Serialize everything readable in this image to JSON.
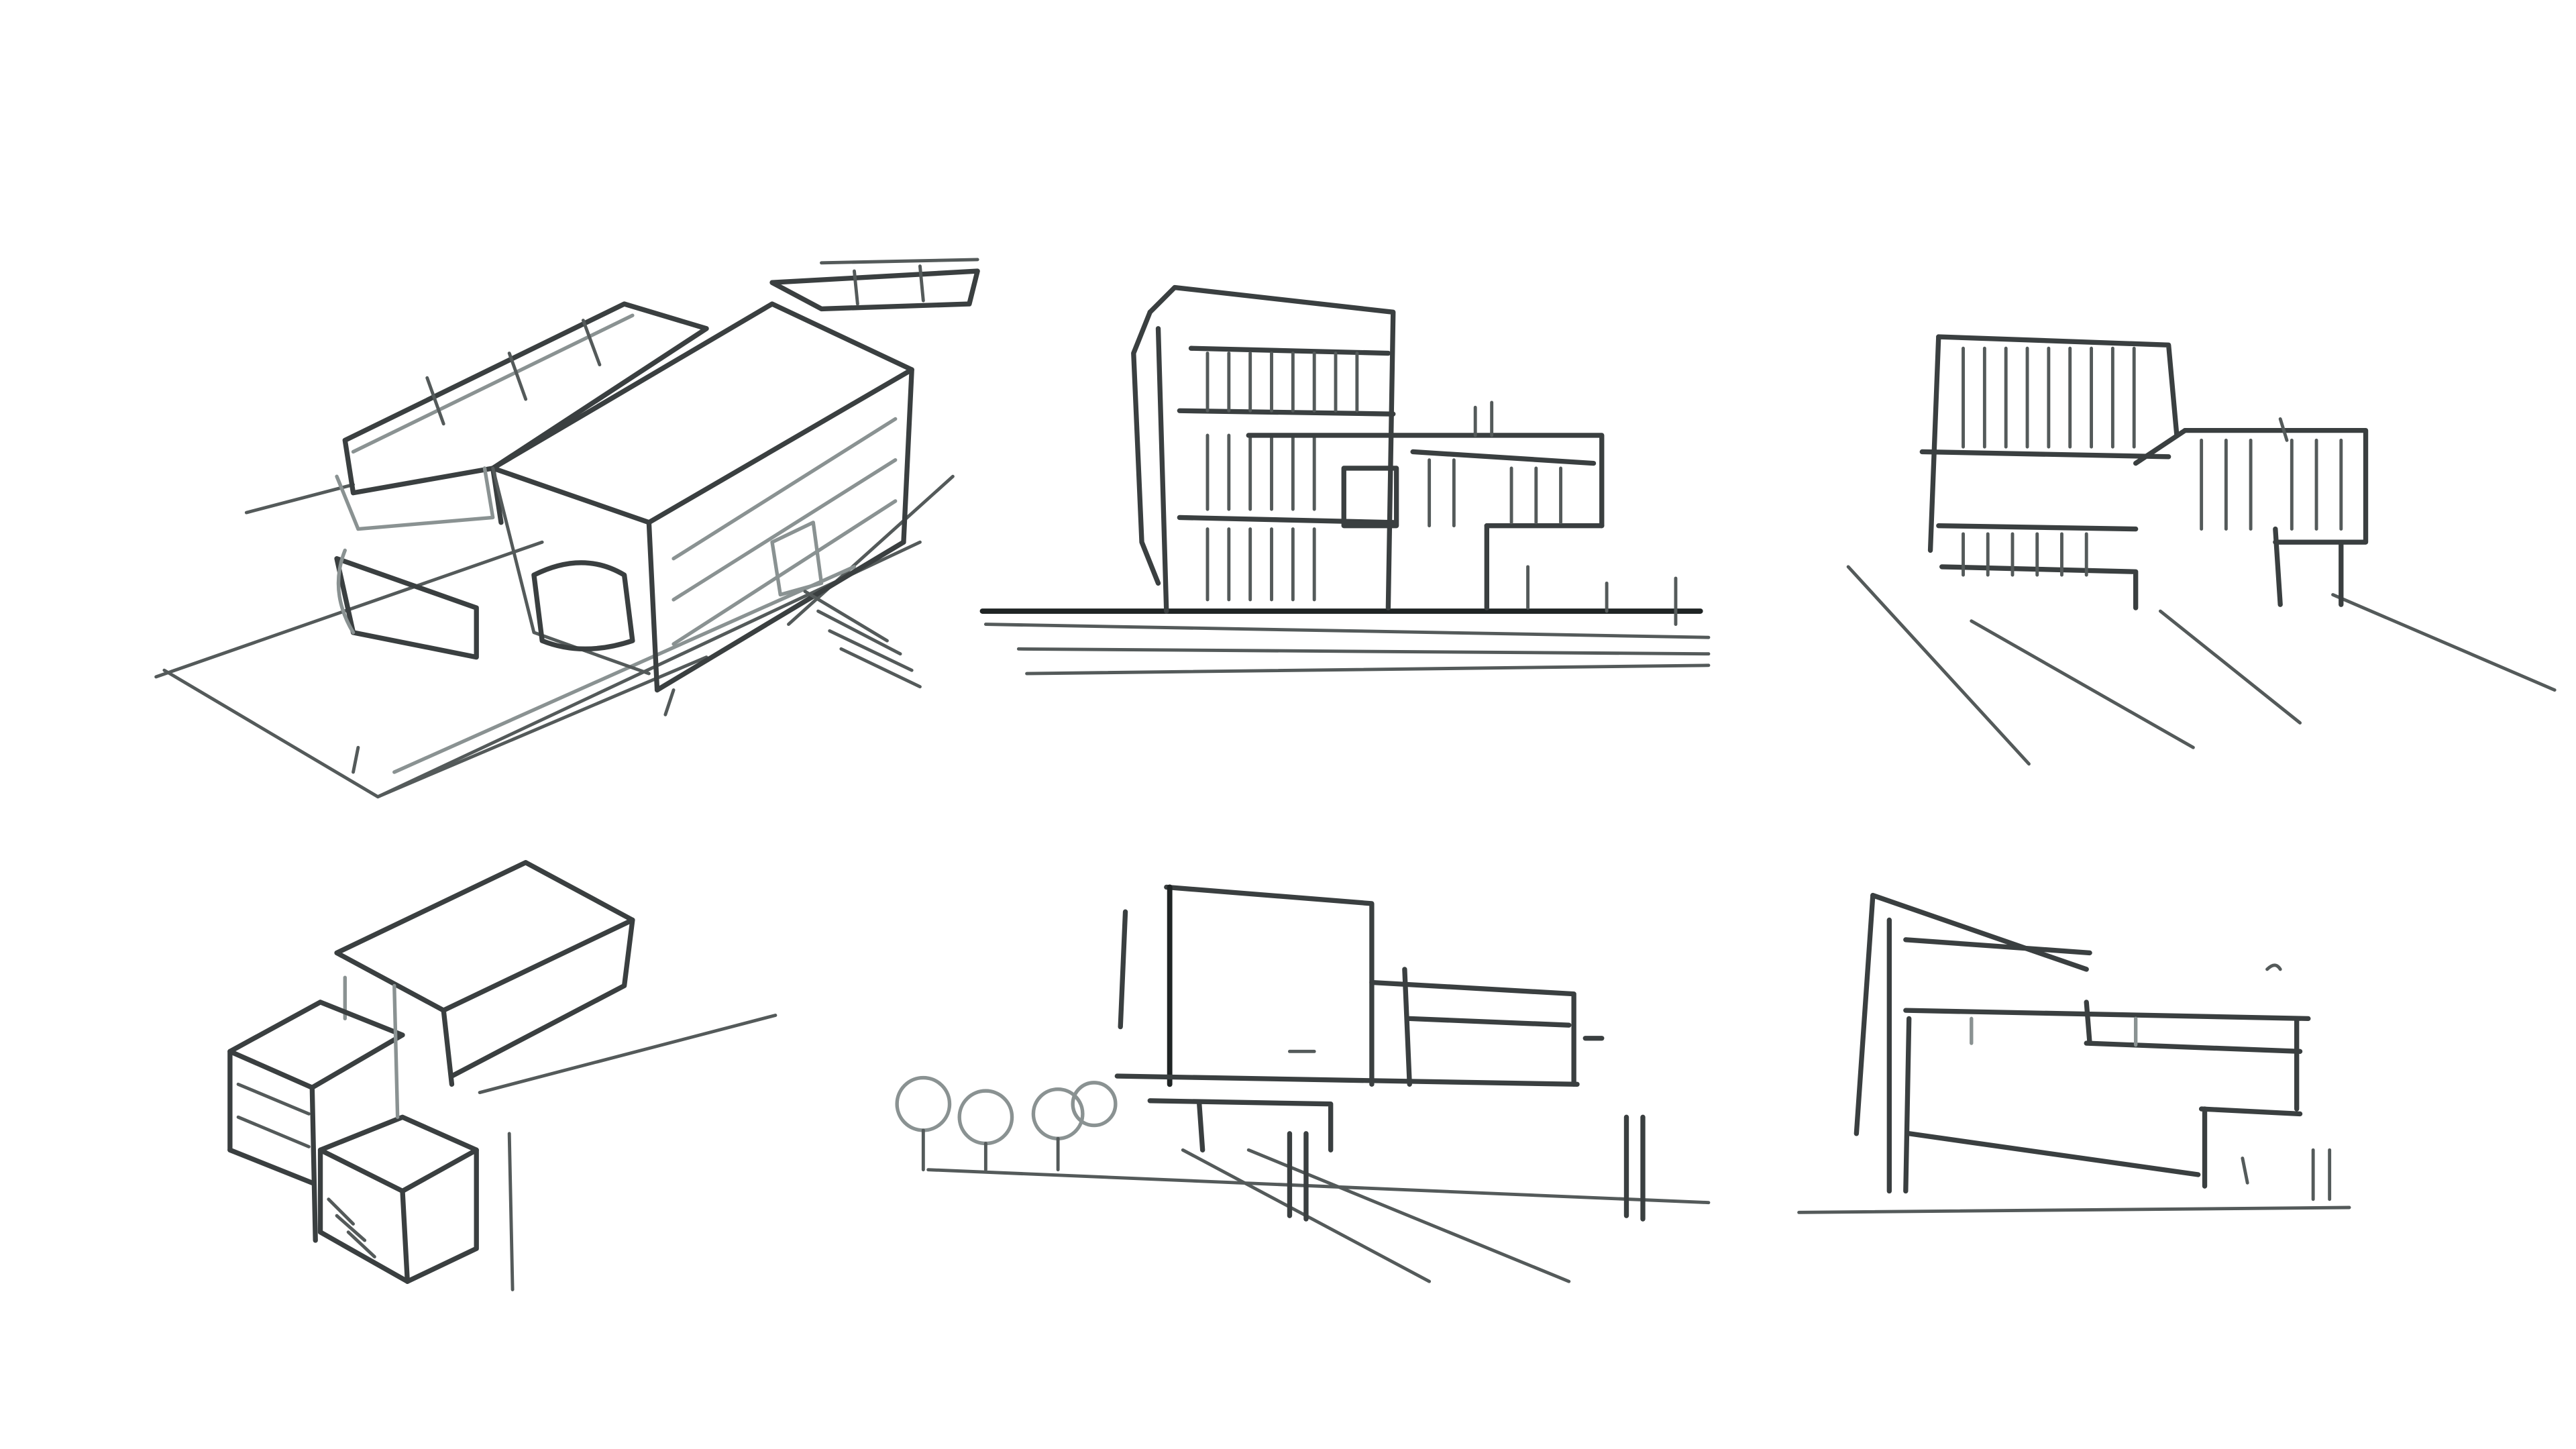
{
  "sheet": {
    "background": "#ffffff",
    "ink_color": "#3a3f40",
    "highlight_color": "#c9d4d2"
  },
  "sketches": [
    {
      "name": "sketch-aerial-axonometric-1"
    },
    {
      "name": "sketch-street-perspective-1"
    },
    {
      "name": "sketch-corner-perspective-1"
    },
    {
      "name": "sketch-aerial-axonometric-2"
    },
    {
      "name": "sketch-street-perspective-2"
    },
    {
      "name": "sketch-corner-perspective-2"
    }
  ]
}
